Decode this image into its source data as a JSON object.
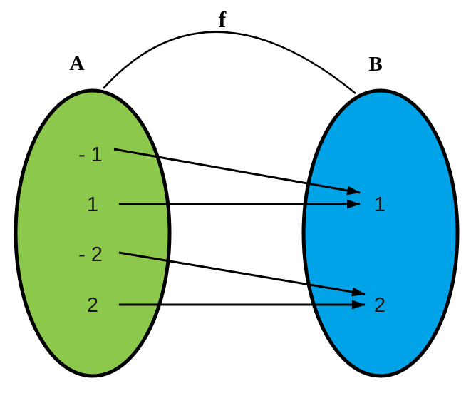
{
  "figure": {
    "function_label": "f",
    "set_a": {
      "label": "A",
      "fill_color": "#8CC84B",
      "elements": [
        "- 1",
        "1",
        "- 2",
        "2"
      ]
    },
    "set_b": {
      "label": "B",
      "fill_color": "#00A2E8",
      "elements": [
        "1",
        "2"
      ]
    },
    "mappings": [
      {
        "from": "- 1",
        "to": "1"
      },
      {
        "from": "1",
        "to": "1"
      },
      {
        "from": "- 2",
        "to": "2"
      },
      {
        "from": "2",
        "to": "2"
      }
    ],
    "outline_color": "#000000",
    "background_color": "#FFFFFF"
  }
}
